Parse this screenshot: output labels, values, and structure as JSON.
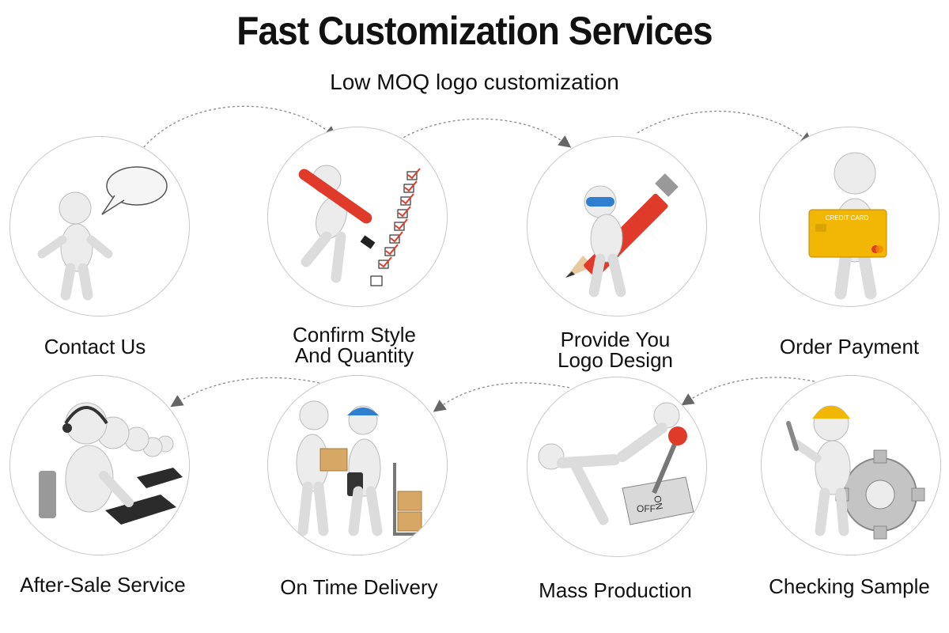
{
  "header": {
    "title": "Fast Customization Services",
    "subtitle": "Low MOQ logo customization"
  },
  "steps": [
    {
      "label_lines": [
        "Contact Us"
      ],
      "icon": "speech-bubble-figure"
    },
    {
      "label_lines": [
        "Confirm Style",
        "And Quantity"
      ],
      "icon": "checklist-pen-figure"
    },
    {
      "label_lines": [
        "Provide You",
        "Logo Design"
      ],
      "icon": "pencil-figure"
    },
    {
      "label_lines": [
        "Order Payment"
      ],
      "icon": "credit-card-figure",
      "card_text": "CREDIT CARD"
    },
    {
      "label_lines": [
        "Checking Sample"
      ],
      "icon": "gear-wrench-figure"
    },
    {
      "label_lines": [
        "Mass Production"
      ],
      "icon": "lever-switch-figure",
      "switch_on": "ON",
      "switch_off": "OFF"
    },
    {
      "label_lines": [
        "On Time Delivery"
      ],
      "icon": "delivery-figure"
    },
    {
      "label_lines": [
        "After-Sale Service"
      ],
      "icon": "call-center-figure"
    }
  ],
  "colors": {
    "circle_border": "#c8c8c8",
    "arrow": "#666666",
    "figure": "#e9e9e9",
    "accent_red": "#e03a2a",
    "accent_yellow": "#f2b705",
    "accent_blue": "#2f7fd0"
  }
}
